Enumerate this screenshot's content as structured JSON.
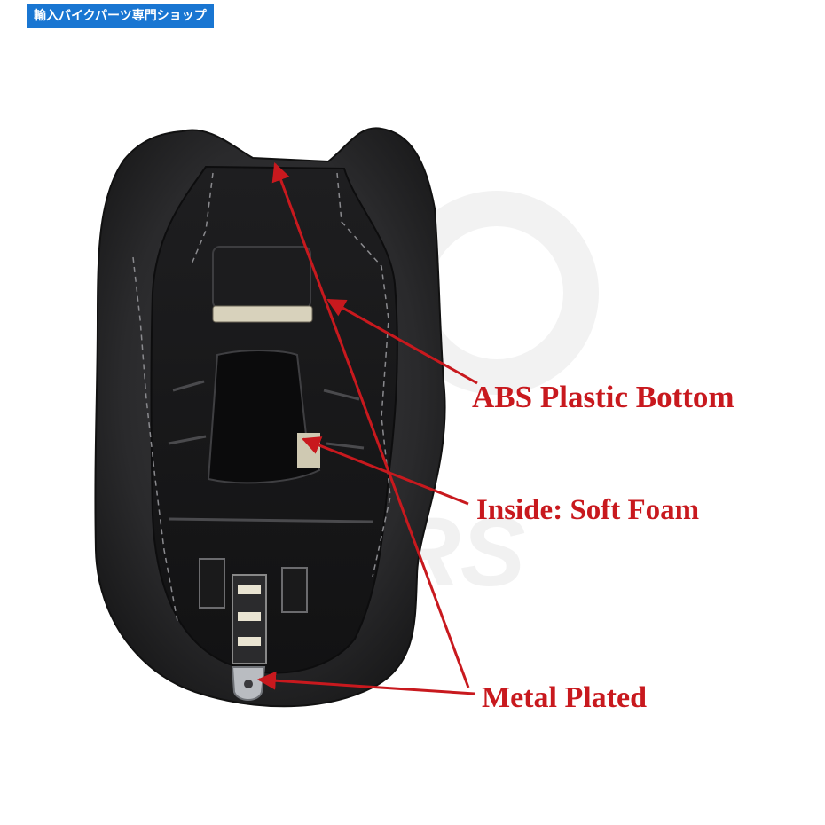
{
  "shop_tag": "輸入バイクパーツ専門ショップ",
  "labels": {
    "abs": "ABS Plastic Bottom",
    "foam": "Inside: Soft Foam",
    "metal": "Metal Plated"
  },
  "colors": {
    "tag_background": "#1976d2",
    "label_text": "#c8191e",
    "seat_shell": "#2a2a2c",
    "arrow": "#c8191e"
  }
}
